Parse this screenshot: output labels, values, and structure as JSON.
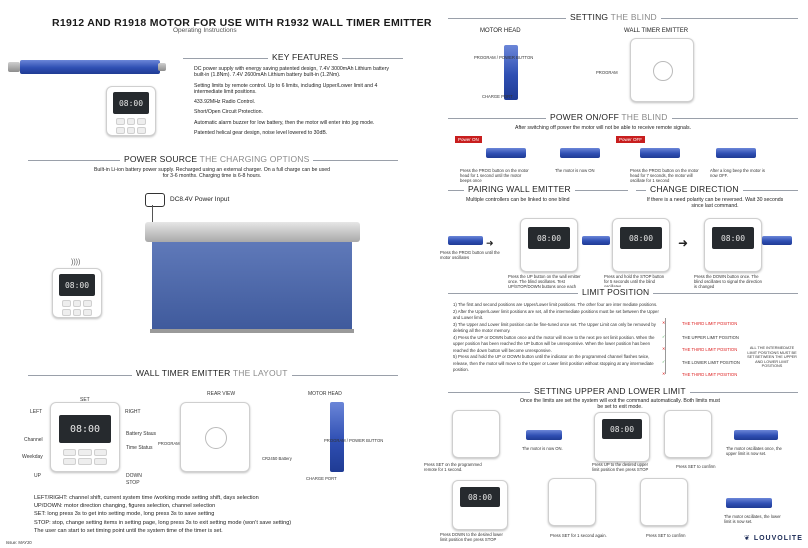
{
  "header": {
    "title": "R1912 AND R1918 MOTOR FOR USE WITH R1932 WALL TIMER EMITTER",
    "subtitle": "Operating Instructions"
  },
  "key_features": {
    "heading": "KEY FEATURES",
    "items": [
      "DC power supply with energy saving patented design, 7.4V 3000mAh Lithium battery built-in (1.8Nm). 7.4V 2600mAh Lithium battery built-in (1.2Nm).",
      "Setting limits by remote control. Up to 6 limits, including Upper/Lower limit and 4 intermediate limit positions.",
      "433.92MHz Radio Control.",
      "Short/Open Circuit Protection.",
      "Automatic alarm buzzer for low battery, then the motor will enter into jog mode.",
      "Patented helical gear design, noise level lowered to 30dB."
    ]
  },
  "power_source": {
    "heading": "POWER SOURCE",
    "heading_hl": "THE CHARGING OPTIONS",
    "text": "Built-in Li-ion battery power supply. Recharged using an external charger. On a full charge can be used for 3-6 months. Charging time is 6-8 hours.",
    "dc_label": "DC8.4V Power Input"
  },
  "remote": {
    "time": "08:00"
  },
  "wall_timer_layout": {
    "heading": "WALL TIMER EMITTER",
    "heading_hl": "THE LAYOUT",
    "rear_view": "REAR VIEW",
    "motor_head": "MOTOR HEAD",
    "labels": {
      "set": "SET",
      "left": "LEFT",
      "right": "RIGHT",
      "channel": "Channel",
      "battery": "Battery Staus",
      "weekday": "Weekday",
      "time_status": "Time Status",
      "up": "UP",
      "down": "DOWN",
      "stop": "STOP",
      "program": "PROGRAM",
      "battery_type": "CR2450 Battery",
      "program_power": "PROGRAM / POWER BUTTON",
      "charge_port": "CHARGE PORT"
    },
    "descriptions": [
      "LEFT/RIGHT: channel shift, current system time /working mode setting shift, days selection",
      "UP/DOWN: motor direction changing, figures selection, channel selection",
      "SET: long press 3s to get into setting mode, long press 3s to save setting",
      "STOP: stop, change setting items in setting page, long press 3s to exit setting mode (won't save setting)",
      "The user can start to set timing point until the system time of the timer is set."
    ],
    "issue": "Issue: MAY20"
  },
  "setting_blind": {
    "heading": "SETTING",
    "heading_hl": "THE BLIND",
    "motor_head": "MOTOR HEAD",
    "wall_timer": "WALL TIMER EMITTER",
    "program_power": "PROGRAM / POWER BUTTON",
    "charge_port": "CHARGE PORT",
    "program": "PROGRAM"
  },
  "power_onoff": {
    "heading": "POWER ON/OFF",
    "heading_hl": "THE BLIND",
    "sub": "After switching off power the motor will not be able to receive remote signals.",
    "on_badge": "Power ON",
    "off_badge": "Power OFF",
    "on_text": "Press the PROG button on the motor head for 1 second until the motor beeps once",
    "on_status": "The motor is now ON",
    "off_text": "Press the PROG button on the motor head for 7 seconds, the motor will oscillate for 1 second",
    "off_status": "After a long beep the motor is now OFF."
  },
  "pairing": {
    "heading": "PAIRING WALL EMITTER",
    "sub": "Multiple controllers can be linked to one blind",
    "step1": "Press the PROG button until the motor oscillates",
    "step2": "Press the UP button on the wall emitter once. The blind oscillates. Test UP/STOP/DOWN buttons once each"
  },
  "change_direction": {
    "heading": "CHANGE DIRECTION",
    "sub": "If there is a need polarity can be reversed. Wait 30 seconds since last command.",
    "step1": "Press and hold the STOP button for 5 seconds until the blind oscillates",
    "step2": "Press the DOWN button once. The blind oscillates to signal the direction is changed"
  },
  "limit_position": {
    "heading": "LIMIT POSITION",
    "notes": [
      "1) The first and second positions are Upper/Lower limit positions. The other four are inter mediate positions.",
      "2) After the Upper/Lower limit positions are set, all the intermediate positions must be set between the Upper and Lower limit.",
      "3) The Upper and Lower limit position can be fine-tuned once set. The Upper Limit can only be removed by deleting all the motor memory.",
      "4) Press the UP or DOWN button once and the motor will move to the next pre set limit position. When the upper position has been reached the UP button will be unresponsive. When the lower position has been reached the down button will become unresponsive.",
      "5) Press and hold the UP or DOWN button until the indicator on the programmed channel flashes twice, release, then the motor will move to the Upper or Lower limit position without stopping at any intermediate position."
    ],
    "diagram": [
      "THE THIRD LIMIT POSITION",
      "THE UPPER LIMIT POSITION",
      "THE THIRD LIMIT POSITION",
      "THE LOWER LIMIT POSITION",
      "THE THIRD LIMIT POSITION"
    ],
    "side_note": "ALL THE INTERMEDIATE LIMIT POSITIONS MUST BE SET BETWEEN THE UPPER AND LOWER LIMIT POSITIONS"
  },
  "upper_lower": {
    "heading": "SETTING UPPER AND LOWER LIMIT",
    "sub": "Once the limits are set the system will exit the command automatically. Both limits must be set to exit mode.",
    "captions": [
      "Press SET on the programmed remote for 1 second.",
      "The motor is now ON.",
      "Press UP to the desired upper limit position then press STOP",
      "Press SET to confirm",
      "The motor oscillates once, the upper limit is now set.",
      "Press DOWN to the desired lower limit position then press STOP",
      "Press SET for 1 second again.",
      "Press SET to confirm",
      "The motor oscillates, the lower limit is now set."
    ]
  },
  "brand": "LOUVOLITE"
}
